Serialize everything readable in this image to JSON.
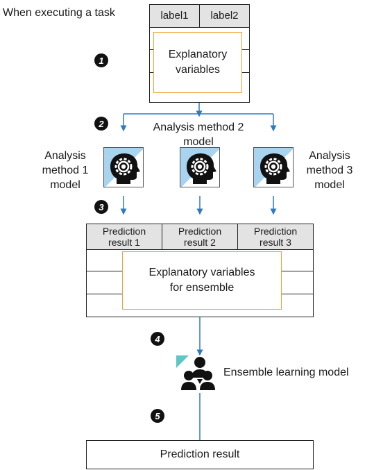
{
  "title": "When executing a task",
  "top_table": {
    "headers": [
      "label1",
      "label2"
    ],
    "center_text": "Explanatory\nvariables"
  },
  "steps": [
    "1",
    "2",
    "3",
    "4",
    "5"
  ],
  "models": [
    {
      "label": "Analysis\nmethod 1\nmodel"
    },
    {
      "label": "Analysis method 2\nmodel"
    },
    {
      "label": "Analysis\nmethod 3\nmodel"
    }
  ],
  "middle_table": {
    "headers": [
      "Prediction\nresult 1",
      "Prediction\nresult 2",
      "Prediction\nresult 3"
    ],
    "center_text": "Explanatory variables\nfor ensemble"
  },
  "ensemble_label": "Ensemble learning model",
  "final_box": "Prediction result",
  "colors": {
    "arrow": "#2e7bbf",
    "orange": "#f0a033",
    "header_bg": "#e3e3e3",
    "icon_blue": "#a8d4f0",
    "teal": "#5ec6c6"
  }
}
